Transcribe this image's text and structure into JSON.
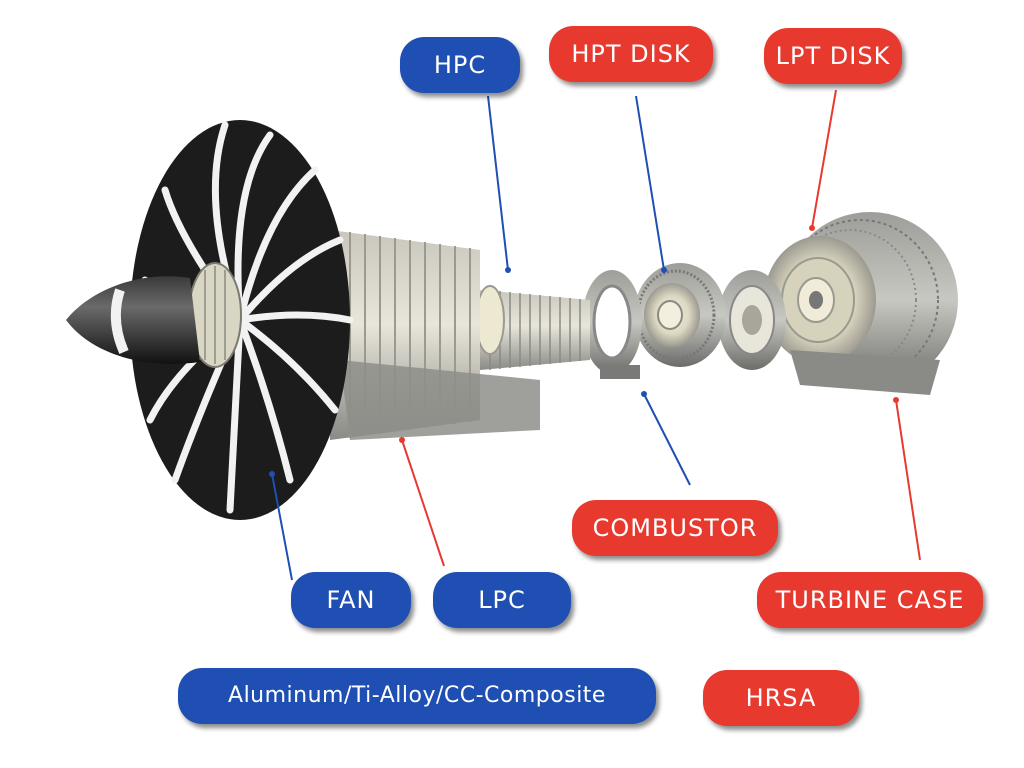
{
  "labels": {
    "hpc": "HPC",
    "hpt_disk": "HPT DISK",
    "lpt_disk": "LPT DISK",
    "combustor": "COMBUSTOR",
    "turbine_case": "TURBINE CASE",
    "fan": "FAN",
    "lpc": "LPC",
    "legend_material_1": "Aluminum/Ti-Alloy/CC-Composite",
    "legend_material_2": "HRSA"
  },
  "colors": {
    "blue_label": "#1f4fb3",
    "red_label": "#e8392f",
    "blade_dark": "#1c1c1c",
    "blade_light": "#f2f2f2",
    "metal_light": "#d9d6c4",
    "metal_mid": "#9a9a96",
    "metal_dark": "#6e6e6e"
  },
  "icons": {
    "engine": "turbofan-engine-exploded-view"
  }
}
